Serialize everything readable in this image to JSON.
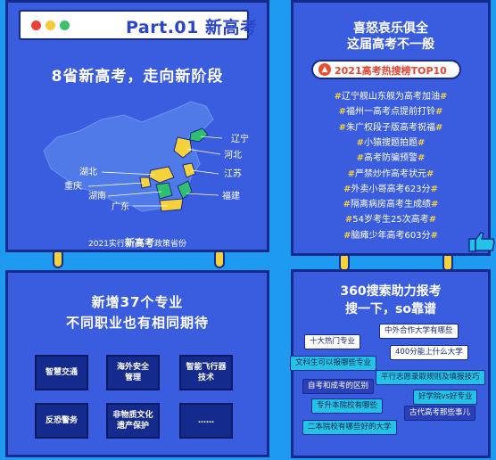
{
  "left_top": {
    "header": "Part.01 新高考",
    "subtitle": "8省新高考，走向新阶段",
    "provinces": {
      "liaoning": "辽宁",
      "hebei": "河北",
      "hubei": "湖北",
      "chongqing": "重庆",
      "jiangsu": "江苏",
      "hunan": "湖南",
      "fujian": "福建",
      "guangdong": "广东"
    },
    "footer_pre": "2021实行",
    "footer_em": "新高考",
    "footer_post": "政策省份"
  },
  "right_top": {
    "title_line1": "喜怒哀乐俱全",
    "title_line2": "这届高考不一般",
    "badge": "2021高考热搜榜TOP10",
    "hot_items": [
      "辽宁舰山东舰为高考加油",
      "福州一高考点提前打铃",
      "朱广权段子版高考祝福",
      "小猿搜题拍题",
      "高考防骗预警",
      "严禁炒作高考状元",
      "外卖小哥高考623分",
      "隔离病房高考生成绩",
      "54岁考生25次高考",
      "脑瘫少年高考603分"
    ]
  },
  "left_bottom": {
    "title_line1": "新增37个专业",
    "title_line2": "不同职业也有相同期待",
    "tiles": [
      "智慧交通",
      "海外安全\n管理",
      "智能飞行器\n技术",
      "反恐警务",
      "非物质文化\n遗产保护",
      "……"
    ]
  },
  "right_bottom": {
    "title_line1": "360搜索助力报考",
    "title_line2": "搜一下，so靠谱",
    "tags": [
      "中外合作大学有哪些",
      "十大热门专业",
      "400分能上什么大学",
      "文科生可以报哪些专业",
      "平行志愿录取规则及填报技巧",
      "自考和成考的区别",
      "好学院vs好专业",
      "专升本院校有哪些",
      "古代高考那些事儿",
      "二本院校有哪些好的大学"
    ]
  },
  "colors": {
    "background": "#1e9bf0",
    "panel": "#3a5de0",
    "border": "#142a8c",
    "accent_yellow": "#f5d23a",
    "accent_red": "#e84332",
    "map_green": "#2fbf6e"
  },
  "icons": [
    "fire-icon",
    "thumbs-up-icon"
  ]
}
